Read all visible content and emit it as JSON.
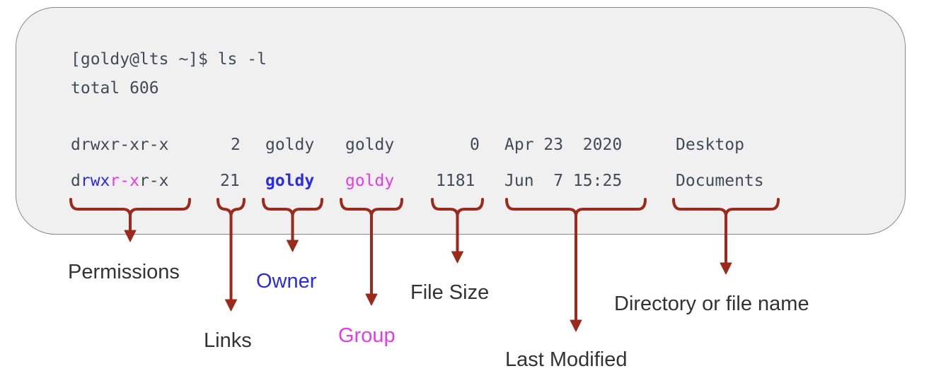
{
  "terminal": {
    "prompt_line": "[goldy@lts ~]$ ls -l",
    "total_line": "total 606",
    "rows": [
      {
        "perms": "drwxr-xr-x",
        "links": "2",
        "owner": "goldy",
        "group": "goldy",
        "size": "0",
        "modified": "Apr 23  2020",
        "name": "Desktop"
      },
      {
        "perms": "drwxr-xr-x",
        "links": "21",
        "owner": "goldy",
        "group": "goldy",
        "size": "1181",
        "modified": "Jun  7 15:25",
        "name": "Documents"
      }
    ]
  },
  "labels": {
    "permissions": "Permissions",
    "links": "Links",
    "owner": "Owner",
    "group": "Group",
    "file_size": "File Size",
    "last_modified": "Last Modified",
    "name": "Directory or file name"
  },
  "colors": {
    "bracket": "#9b2a1c",
    "owner": "#2a2ae8",
    "group": "#e83ae8",
    "terminal_bg": "#f0f0f0",
    "text": "#404b55"
  }
}
